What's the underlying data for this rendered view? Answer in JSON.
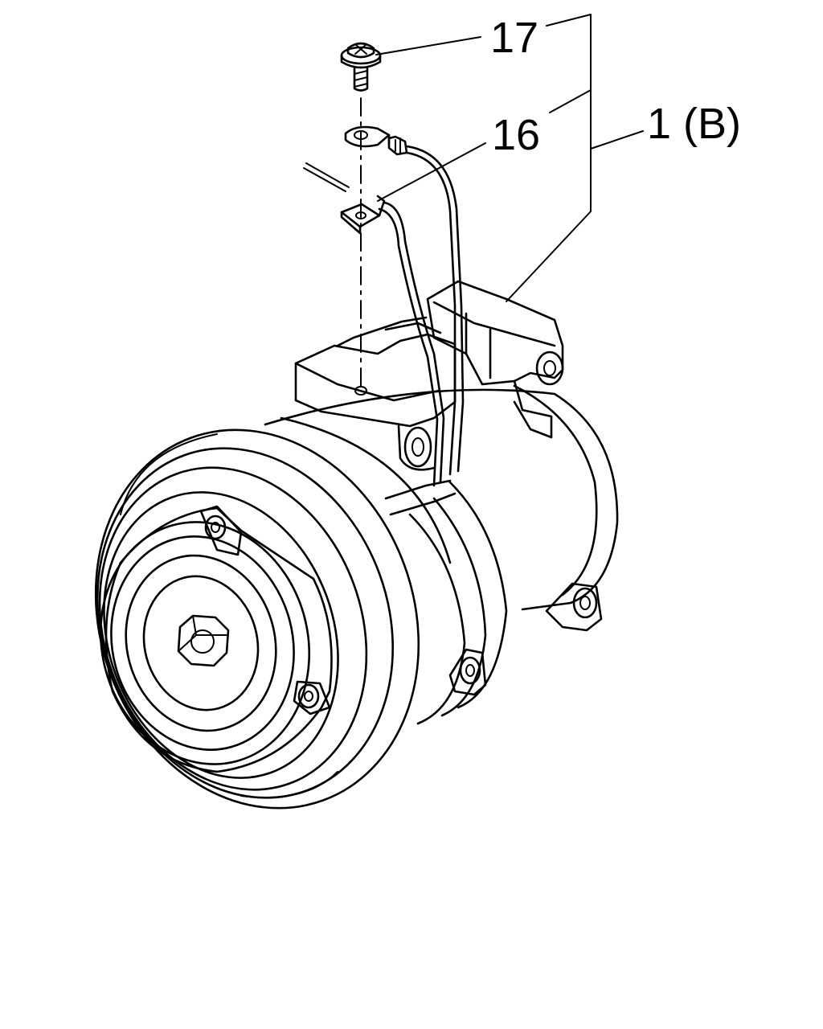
{
  "callouts": {
    "part_17": "17",
    "part_16": "16",
    "part_1b": "1 (B)"
  },
  "colors": {
    "line": "#000000",
    "background": "#ffffff"
  }
}
